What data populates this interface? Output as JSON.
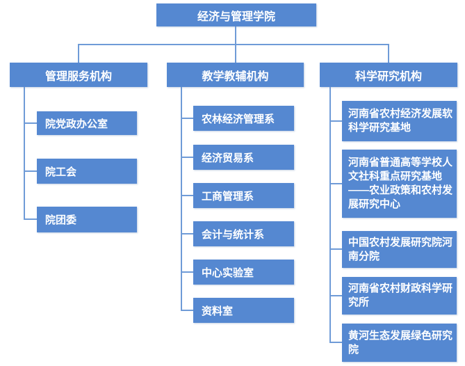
{
  "colors": {
    "node_fill": "#5588D1",
    "connector": "#6F9BD7",
    "node_text": "#FFFFFF",
    "background": "#FFFFFF"
  },
  "tree": {
    "root": {
      "label": "经济与管理学院"
    },
    "branches": [
      {
        "label": "管理服务机构",
        "children": [
          {
            "label": "院党政办公室"
          },
          {
            "label": "院工会"
          },
          {
            "label": "院团委"
          }
        ]
      },
      {
        "label": "教学教辅机构",
        "children": [
          {
            "label": "农林经济管理系"
          },
          {
            "label": "经济贸易系"
          },
          {
            "label": "工商管理系"
          },
          {
            "label": "会计与统计系"
          },
          {
            "label": "中心实验室"
          },
          {
            "label": "资料室"
          }
        ]
      },
      {
        "label": "科学研究机构",
        "children": [
          {
            "label": "河南省农村经济发展软科学研究基地"
          },
          {
            "label": "河南省普通高等学校人文社科重点研究基地——农业政策和农村发展研究中心"
          },
          {
            "label": "中国农村发展研究院河南分院"
          },
          {
            "label": "河南省农村财政科学研究所"
          },
          {
            "label": "黄河生态发展绿色研究院"
          }
        ]
      }
    ]
  }
}
